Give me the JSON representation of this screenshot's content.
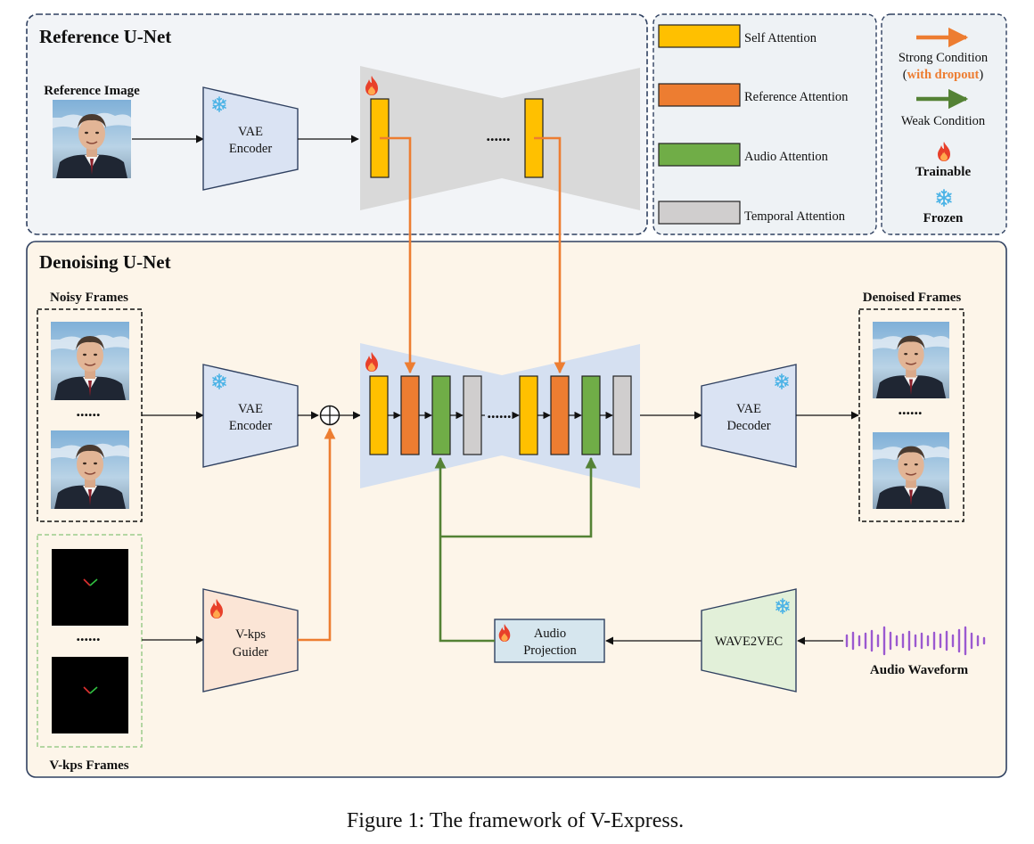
{
  "reference_unet": {
    "title": "Reference U-Net",
    "reference_image_label": "Reference Image",
    "vae_encoder_line1": "VAE",
    "vae_encoder_line2": "Encoder",
    "ellipsis": "......"
  },
  "denoising_unet": {
    "title": "Denoising U-Net",
    "noisy_frames_label": "Noisy Frames",
    "denoised_frames_label": "Denoised Frames",
    "vkps_frames_label": "V-kps Frames",
    "vae_encoder_line1": "VAE",
    "vae_encoder_line2": "Encoder",
    "vae_decoder_line1": "VAE",
    "vae_decoder_line2": "Decoder",
    "vkps_guider_line1": "V-kps",
    "vkps_guider_line2": "Guider",
    "audio_projection_line1": "Audio",
    "audio_projection_line2": "Projection",
    "wave2vec_label": "WAVE2VEC",
    "audio_waveform_label": "Audio Waveform",
    "ellipsis": "......",
    "sum_symbol": "⊕"
  },
  "legend_blocks": [
    {
      "label": "Self Attention",
      "color": "#ffc000"
    },
    {
      "label": "Reference Attention",
      "color": "#ed7d31"
    },
    {
      "label": "Audio Attention",
      "color": "#70ad47"
    },
    {
      "label": "Temporal Attention",
      "color": "#d0cece"
    }
  ],
  "legend_markers": {
    "strong_condition": "Strong Condition",
    "with_dropout_open": "(",
    "with_dropout": "with dropout",
    "with_dropout_close": ")",
    "weak_condition": "Weak Condition",
    "trainable": "Trainable",
    "frozen": "Frozen"
  },
  "colors": {
    "strong_arrow": "#ed7d31",
    "weak_arrow": "#548235",
    "reference_panel_bg": "#f2f4f7",
    "denoising_panel_bg": "#fdf5e9",
    "encoder_fill": "#dae3f3",
    "guider_fill": "#fbe5d6",
    "wave2vec_fill": "#e2f0d9",
    "projection_fill": "#d6e6ee",
    "unet_gray": "#d9d9d9",
    "unet_blue": "#d5e0f1",
    "waveform": "#9b59d0"
  },
  "icons": {
    "trainable": "fire-icon",
    "frozen": "snowflake-icon"
  },
  "caption": "Figure 1: The framework of V-Express."
}
